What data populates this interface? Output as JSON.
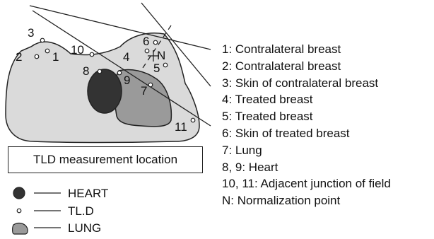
{
  "point_labels": {
    "p1": "1",
    "p2": "2",
    "p3": "3",
    "p4": "4",
    "p5": "5",
    "p6": "6",
    "p7": "7",
    "p8": "8",
    "p9": "9",
    "p10": "10",
    "p11": "11",
    "normalization": "N"
  },
  "key_list": [
    "1: Contralateral breast",
    "2: Contralateral breast",
    "3: Skin of contralateral breast",
    "4: Treated breast",
    "5: Treated breast",
    "6: Skin of treated breast",
    "7: Lung",
    "8, 9: Heart",
    "10, 11: Adjacent junction of field",
    "N: Normalization point"
  ],
  "caption": "TLD measurement location",
  "legend": {
    "heart": "HEART",
    "tld": "TL.D",
    "lung": "LUNG"
  },
  "colors": {
    "body_fill": "#dadada",
    "lung_fill": "#9a9a9a",
    "heart_fill": "#333333",
    "outline": "#222222"
  }
}
